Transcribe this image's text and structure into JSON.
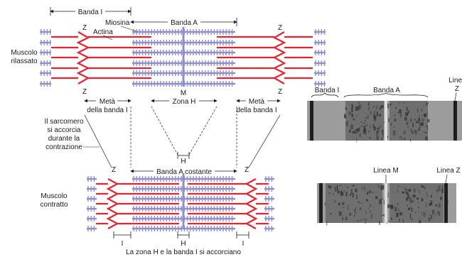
{
  "colors": {
    "actin": "#e8232f",
    "myosin": "#8f8fcc",
    "line": "#1a1a1a",
    "micrograph_bg": "#9c9c9c",
    "micrograph_dark": "#1e1e1e"
  },
  "top_panel": {
    "band_i": "Banda I",
    "band_a": "Banda A",
    "myosin": "Miosina",
    "actin": "Actina",
    "z_left": "Z",
    "z_right": "Z",
    "z_left_bottom": "Z",
    "z_right_bottom": "Z",
    "m_line": "M",
    "state_line1": "Muscolo",
    "state_line2": "rilassato"
  },
  "middle": {
    "half_i_left_1": "Metà",
    "half_i_left_2": "della banda I",
    "h_zone": "Zona H",
    "half_i_right_1": "Metà",
    "half_i_right_2": "della banda I",
    "side_note": [
      "Il sarcomero",
      "si accorcia",
      "durante la",
      "contrazione"
    ]
  },
  "bottom_panel": {
    "z_left": "Z",
    "z_right": "Z",
    "h_small": "H",
    "band_a_constant": "Banda A costante",
    "state_line1": "Muscolo",
    "state_line2": "contratto",
    "i_left": "I",
    "h_bottom": "H",
    "i_right": "I",
    "caption": "La zona H e la banda I si accorciano"
  },
  "micrograph_top": {
    "band_i": "Banda I",
    "band_a": "Banda A",
    "line_z_1": "Line",
    "line_z_2": "Z"
  },
  "micrograph_bottom": {
    "line_m": "Linea M",
    "line_z": "Linea Z"
  }
}
